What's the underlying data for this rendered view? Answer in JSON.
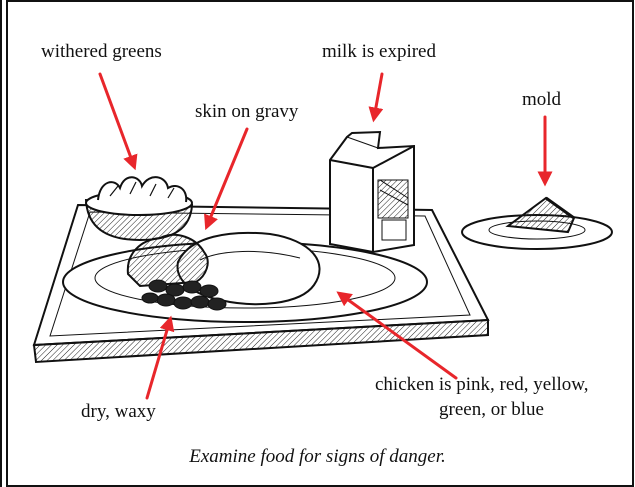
{
  "labels": {
    "withered_greens": "withered greens",
    "milk_expired": "milk is expired",
    "mold": "mold",
    "skin_on_gravy": "skin on gravy",
    "chicken_line1": "chicken is pink, red, yellow,",
    "chicken_line2": "green, or blue",
    "dry_waxy": "dry, waxy"
  },
  "caption": "Examine food for signs of danger.",
  "colors": {
    "arrow": "#e8262b",
    "ink": "#111111"
  }
}
